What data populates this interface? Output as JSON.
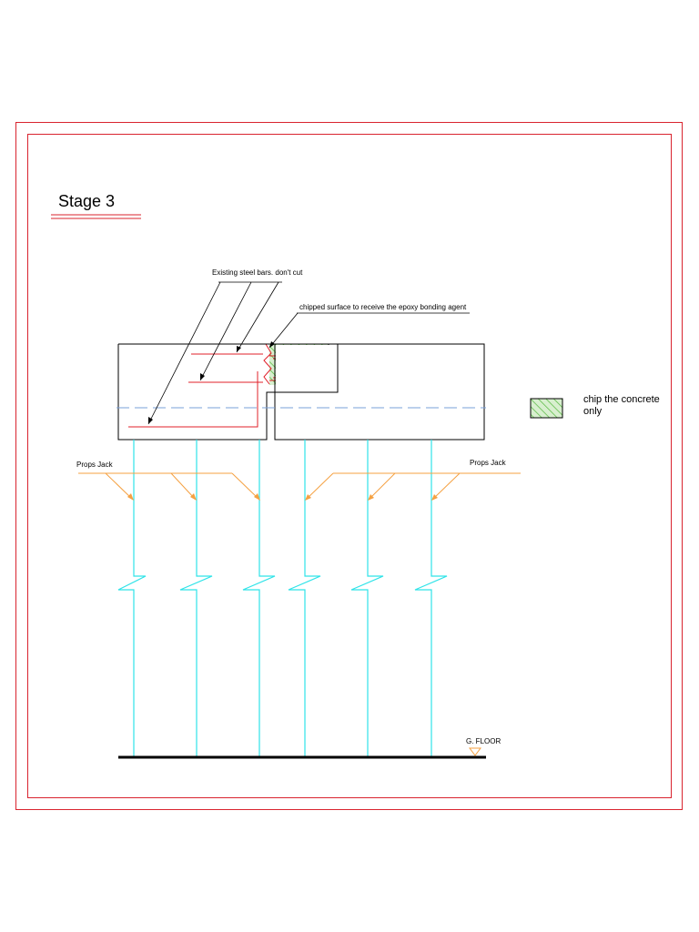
{
  "title": "Stage 3",
  "annotations": {
    "steel_bars": "Existing steel bars. don't cut",
    "chipped_surface": "chipped surface to receive the epoxy bonding agent",
    "props_jack_left": "Props Jack",
    "props_jack_right": "Props Jack",
    "ground_floor": "G. FLOOR"
  },
  "legend": {
    "line1": "chip the concrete",
    "line2": "only"
  },
  "colors": {
    "frame": "#d9232e",
    "beam_outline": "#000000",
    "steel_bars": "#e0202a",
    "centerline": "#7aa0d8",
    "props": "#2fe3e8",
    "jacks": "#f5a142",
    "chip_hatch": "#52b83c",
    "chip_fill": "#d8efcf"
  }
}
